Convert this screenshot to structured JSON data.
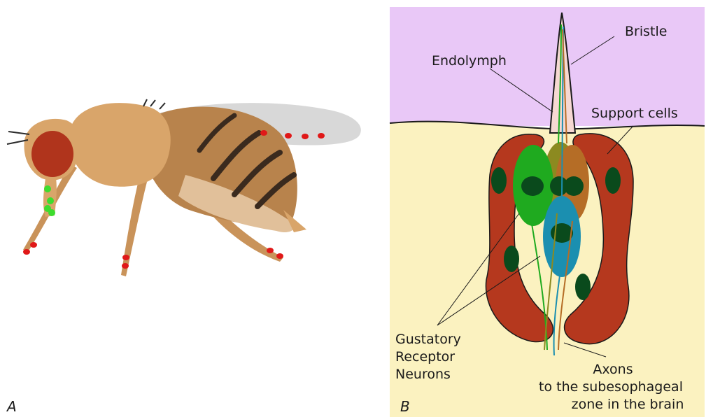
{
  "panels": {
    "a": {
      "letter": "A"
    },
    "b": {
      "letter": "B"
    }
  },
  "labels": {
    "bristle": "Bristle",
    "endolymph": "Endolymph",
    "support_cells": "Support cells",
    "grn_line1": "Gustatory",
    "grn_line2": "Receptor",
    "grn_line3": "Neurons",
    "axons_line1": "Axons",
    "axons_line2": "to the subesophageal",
    "axons_line3": "zone in the brain"
  },
  "colors": {
    "fly_body": "#d9a56a",
    "fly_eye": "#b0341c",
    "abdomen_stripe": "#3a2a1e",
    "wing": "#b8b8b8",
    "marker_red": "#e01818",
    "marker_green": "#3ddc2e",
    "cuticle_top": "#e9c8f7",
    "tissue": "#fbf2c0",
    "support_cell": "#b5381e",
    "nucleus": "#0a4a1c",
    "neuron_green": "#1faa1f",
    "neuron_olive": "#8c8a20",
    "neuron_brown": "#b56d26",
    "neuron_blue": "#1b8fb0"
  }
}
